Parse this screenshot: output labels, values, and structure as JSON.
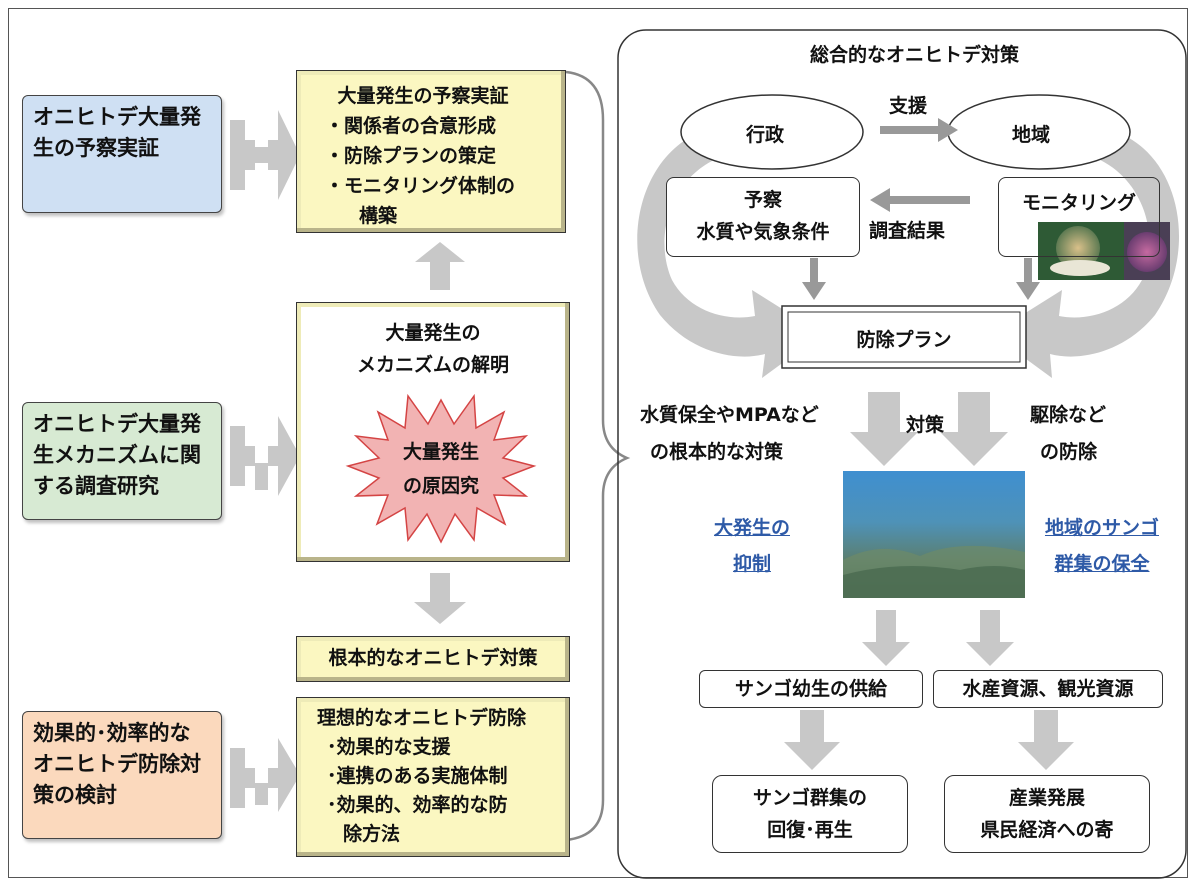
{
  "left_column": [
    {
      "text": "オニヒトデ大量発生の予察実証",
      "color": "#cfe0f3"
    },
    {
      "text": "オニヒトデ大量発生メカニズムに関する調査研究",
      "color": "#d7ead3"
    },
    {
      "text": "効果的･効率的なオニヒトデ防除対策の検討",
      "color": "#fbd9bd"
    }
  ],
  "middle_column": {
    "box1": {
      "title": "大量発生の予察実証",
      "items": [
        "・関係者の合意形成",
        "・防除プランの策定",
        "・モニタリング体制の",
        "構築"
      ]
    },
    "box2": {
      "title_lines": [
        "大量発生の",
        "メカニズムの解明"
      ],
      "burst_lines": [
        "大量発生",
        "の原因究"
      ]
    },
    "box3": {
      "title": "根本的なオニヒトデ対策"
    },
    "box4": {
      "title": "理想的なオニヒトデ防除",
      "items": [
        "･効果的な支援",
        "･連携のある実施体制",
        "･効果的、効率的な防",
        "除方法"
      ]
    }
  },
  "right_panel": {
    "title": "総合的なオニヒトデ対策",
    "gyousei": "行政",
    "chiiki": "地域",
    "shien": "支援",
    "yosatsu_lines": [
      "予察",
      "水質や気象条件"
    ],
    "chousa": "調査結果",
    "monitoring": "モニタリング",
    "plan": "防除プラン",
    "left_measure_lines": [
      "水質保全やMPAなど",
      "の根本的な対策"
    ],
    "taisaku": "対策",
    "right_measure_lines": [
      "駆除など",
      "の防除"
    ],
    "left_link_lines": [
      "大発生の",
      "抑制"
    ],
    "right_link_lines": [
      "地域のサンゴ",
      "群集の保全"
    ],
    "supply": "サンゴ幼生の供給",
    "resources": "水産資源、観光資源",
    "recovery_lines": [
      "サンゴ群集の",
      "回復･再生"
    ],
    "industry_lines": [
      "産業発展",
      "県民経済への寄"
    ]
  },
  "colors": {
    "arrow": "#c8c8c8",
    "burst_fill": "#f2b3b3",
    "burst_stroke": "#d44444",
    "link": "#2e5aa7"
  }
}
